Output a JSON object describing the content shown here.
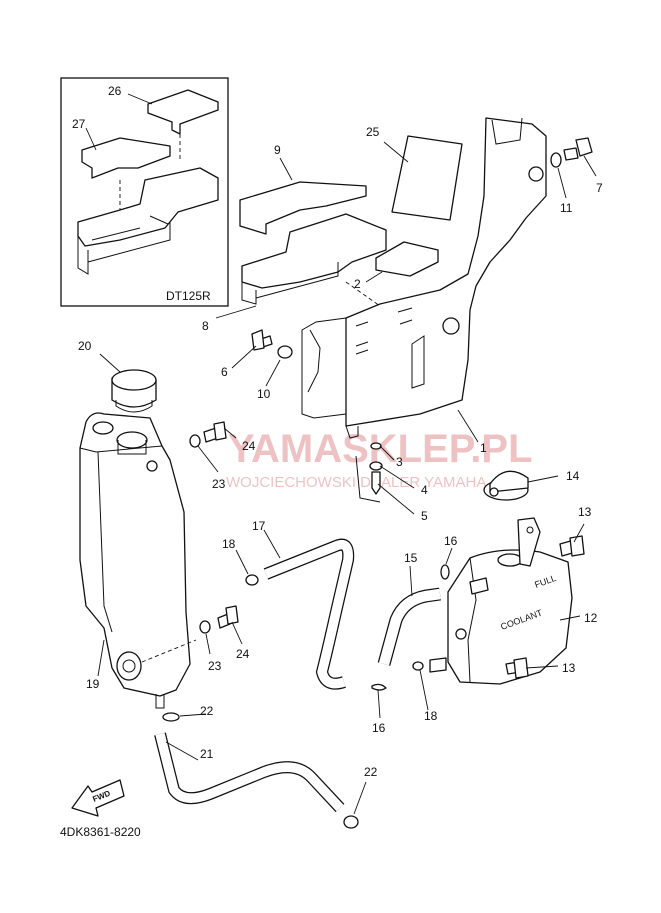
{
  "inset_label": "DT125R",
  "drawing_code": "4DK8361-8220",
  "fwd_label": "FWD",
  "watermark": {
    "main": "YAMASKLEP.PL",
    "sub": "WOJCIECHOWSKI DEALER YAMAHA",
    "color": "#e7a9a9"
  },
  "tank_texts": {
    "full": "FULL",
    "coolant": "COOLANT"
  },
  "callouts": {
    "c1": "1",
    "c2": "2",
    "c3": "3",
    "c4": "4",
    "c5": "5",
    "c6": "6",
    "c7": "7",
    "c8": "8",
    "c9": "9",
    "c10": "10",
    "c11": "11",
    "c12": "12",
    "c13a": "13",
    "c13b": "13",
    "c14": "14",
    "c15": "15",
    "c16a": "16",
    "c16b": "16",
    "c17": "17",
    "c18a": "18",
    "c18b": "18",
    "c19": "19",
    "c20": "20",
    "c21": "21",
    "c22a": "22",
    "c22b": "22",
    "c23a": "23",
    "c23b": "23",
    "c24a": "24",
    "c24b": "24",
    "c25": "25",
    "c26": "26",
    "c27": "27"
  }
}
